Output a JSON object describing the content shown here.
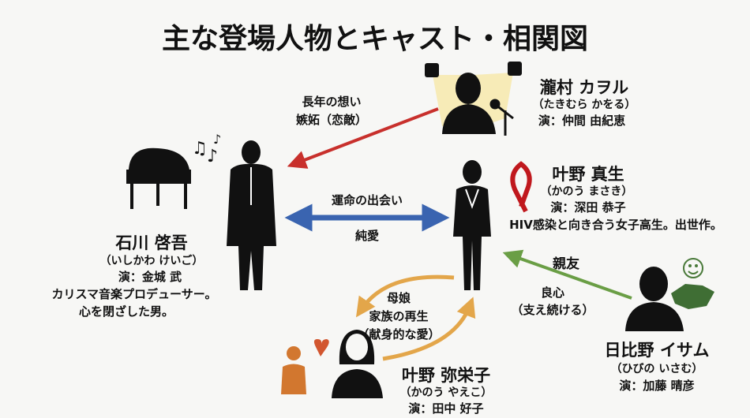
{
  "title": "主な登場人物とキャスト・相関図",
  "characters": {
    "kaoru": {
      "name": "瀧村 カヲル",
      "reading": "（たきむら かをる）",
      "actor": "演：仲間 由紀恵"
    },
    "masaki": {
      "name": "叶野 真生",
      "reading": "（かのう まさき）",
      "actor": "演：深田 恭子",
      "desc": "HIV感染と向き合う女子高生。出世作。"
    },
    "keigo": {
      "name": "石川 啓吾",
      "reading": "（いしかわ けいご）",
      "actor": "演：金城 武",
      "desc1": "カリスマ音楽プロデューサー。",
      "desc2": "心を閉ざした男。"
    },
    "isamu": {
      "name": "日比野 イサム",
      "reading": "（ひびの いさむ）",
      "actor": "演：加藤 晴彦"
    },
    "yaeko": {
      "name": "叶野 弥栄子",
      "reading": "（かのう やえこ）",
      "actor": "演：田中 好子"
    }
  },
  "relations": {
    "kaoru_keigo": {
      "line1": "長年の想い",
      "line2": "嫉妬（恋敵）",
      "color": "#c8302c"
    },
    "keigo_masaki": {
      "top": "運命の出会い",
      "bottom": "純愛",
      "color": "#3a64b0"
    },
    "isamu_masaki": {
      "top": "親友",
      "line1": "良心",
      "line2": "（支え続ける）",
      "color": "#6a9e45"
    },
    "yaeko_masaki": {
      "line1": "母娘",
      "line2": "家族の再生",
      "line3": "（献身的な愛）",
      "color": "#e3a64a"
    }
  }
}
